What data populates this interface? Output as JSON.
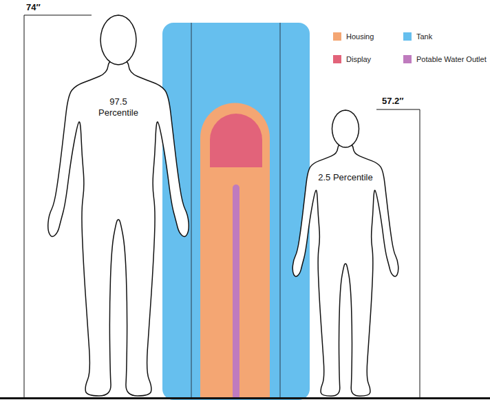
{
  "diagram": {
    "nodes": [
      {
        "text": [
          "97.5 Percentile"
        ]
      },
      {
        "text": [
          "2.5 Percentile"
        ]
      }
    ],
    "labels": [
      "74″",
      "57.2″"
    ],
    "legend": [
      {
        "text": "Housing",
        "color": "#F4A673"
      },
      {
        "text": "Tank",
        "color": "#66BFEE"
      },
      {
        "text": "Display",
        "color": "#E2637A"
      },
      {
        "text": "Potable Water Outlet",
        "color": "#BF7BBE"
      }
    ]
  }
}
